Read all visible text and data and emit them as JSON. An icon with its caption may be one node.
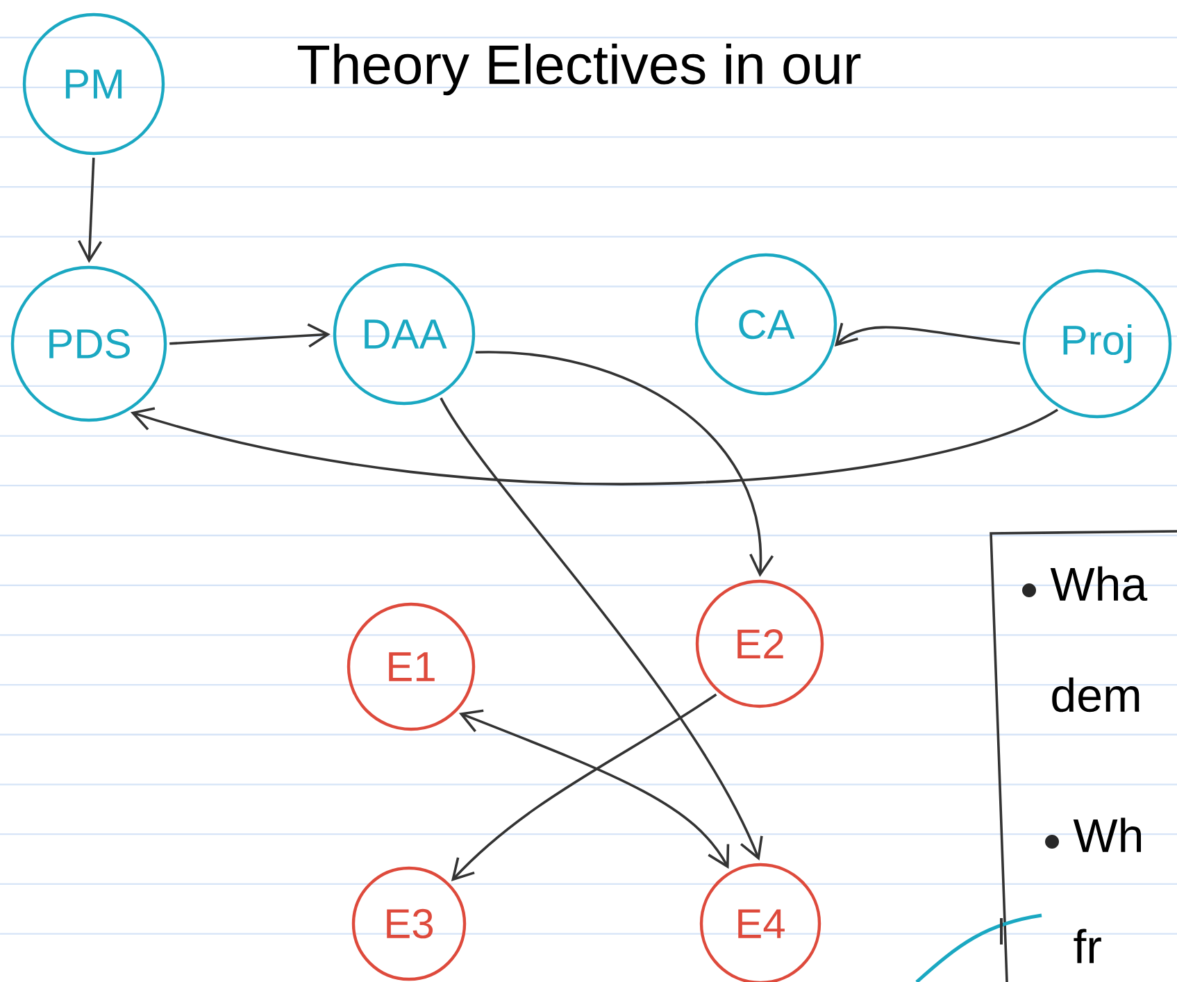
{
  "diagram": {
    "title": "Theory Electives in our",
    "nodes": [
      {
        "text": [
          "PM"
        ]
      },
      {
        "text": [
          "PDS"
        ]
      },
      {
        "text": [
          "DAA"
        ]
      },
      {
        "text": [
          "CA"
        ]
      },
      {
        "text": [
          "Proj"
        ]
      },
      {
        "text": [
          "E2"
        ]
      },
      {
        "text": [
          "E1"
        ]
      },
      {
        "text": [
          "E3"
        ]
      },
      {
        "text": [
          "E4"
        ]
      },
      {
        "text": [
          "Wha dem",
          "Wh fr"
        ]
      }
    ],
    "edges": [
      {
        "from": 0,
        "to": 1,
        "arrow": "to"
      },
      {
        "from": 1,
        "to": 2,
        "arrow": "to"
      },
      {
        "from": 4,
        "to": 3,
        "arrow": "to"
      },
      {
        "from": 4,
        "to": 1,
        "arrow": "to"
      },
      {
        "from": 2,
        "to": 5,
        "arrow": "to"
      },
      {
        "from": 2,
        "to": 8,
        "arrow": "to"
      },
      {
        "from": 5,
        "to": 7,
        "arrow": "to"
      },
      {
        "from": 6,
        "to": 8,
        "arrow": "both"
      }
    ]
  }
}
